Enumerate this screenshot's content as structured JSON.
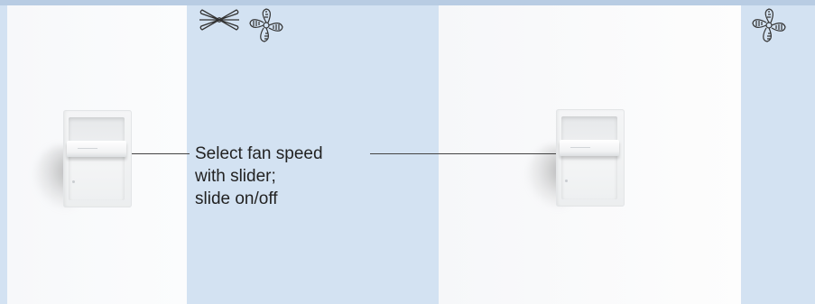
{
  "callout": {
    "line1": "Select fan speed",
    "line2": "with slider;",
    "line3": "slide on/off"
  },
  "icons": [
    "fan-off-icon",
    "fan-icon",
    "fan-icon"
  ],
  "colors": {
    "background": "#d3e2f2",
    "panel": "#fbfbfc",
    "text": "#222222"
  }
}
